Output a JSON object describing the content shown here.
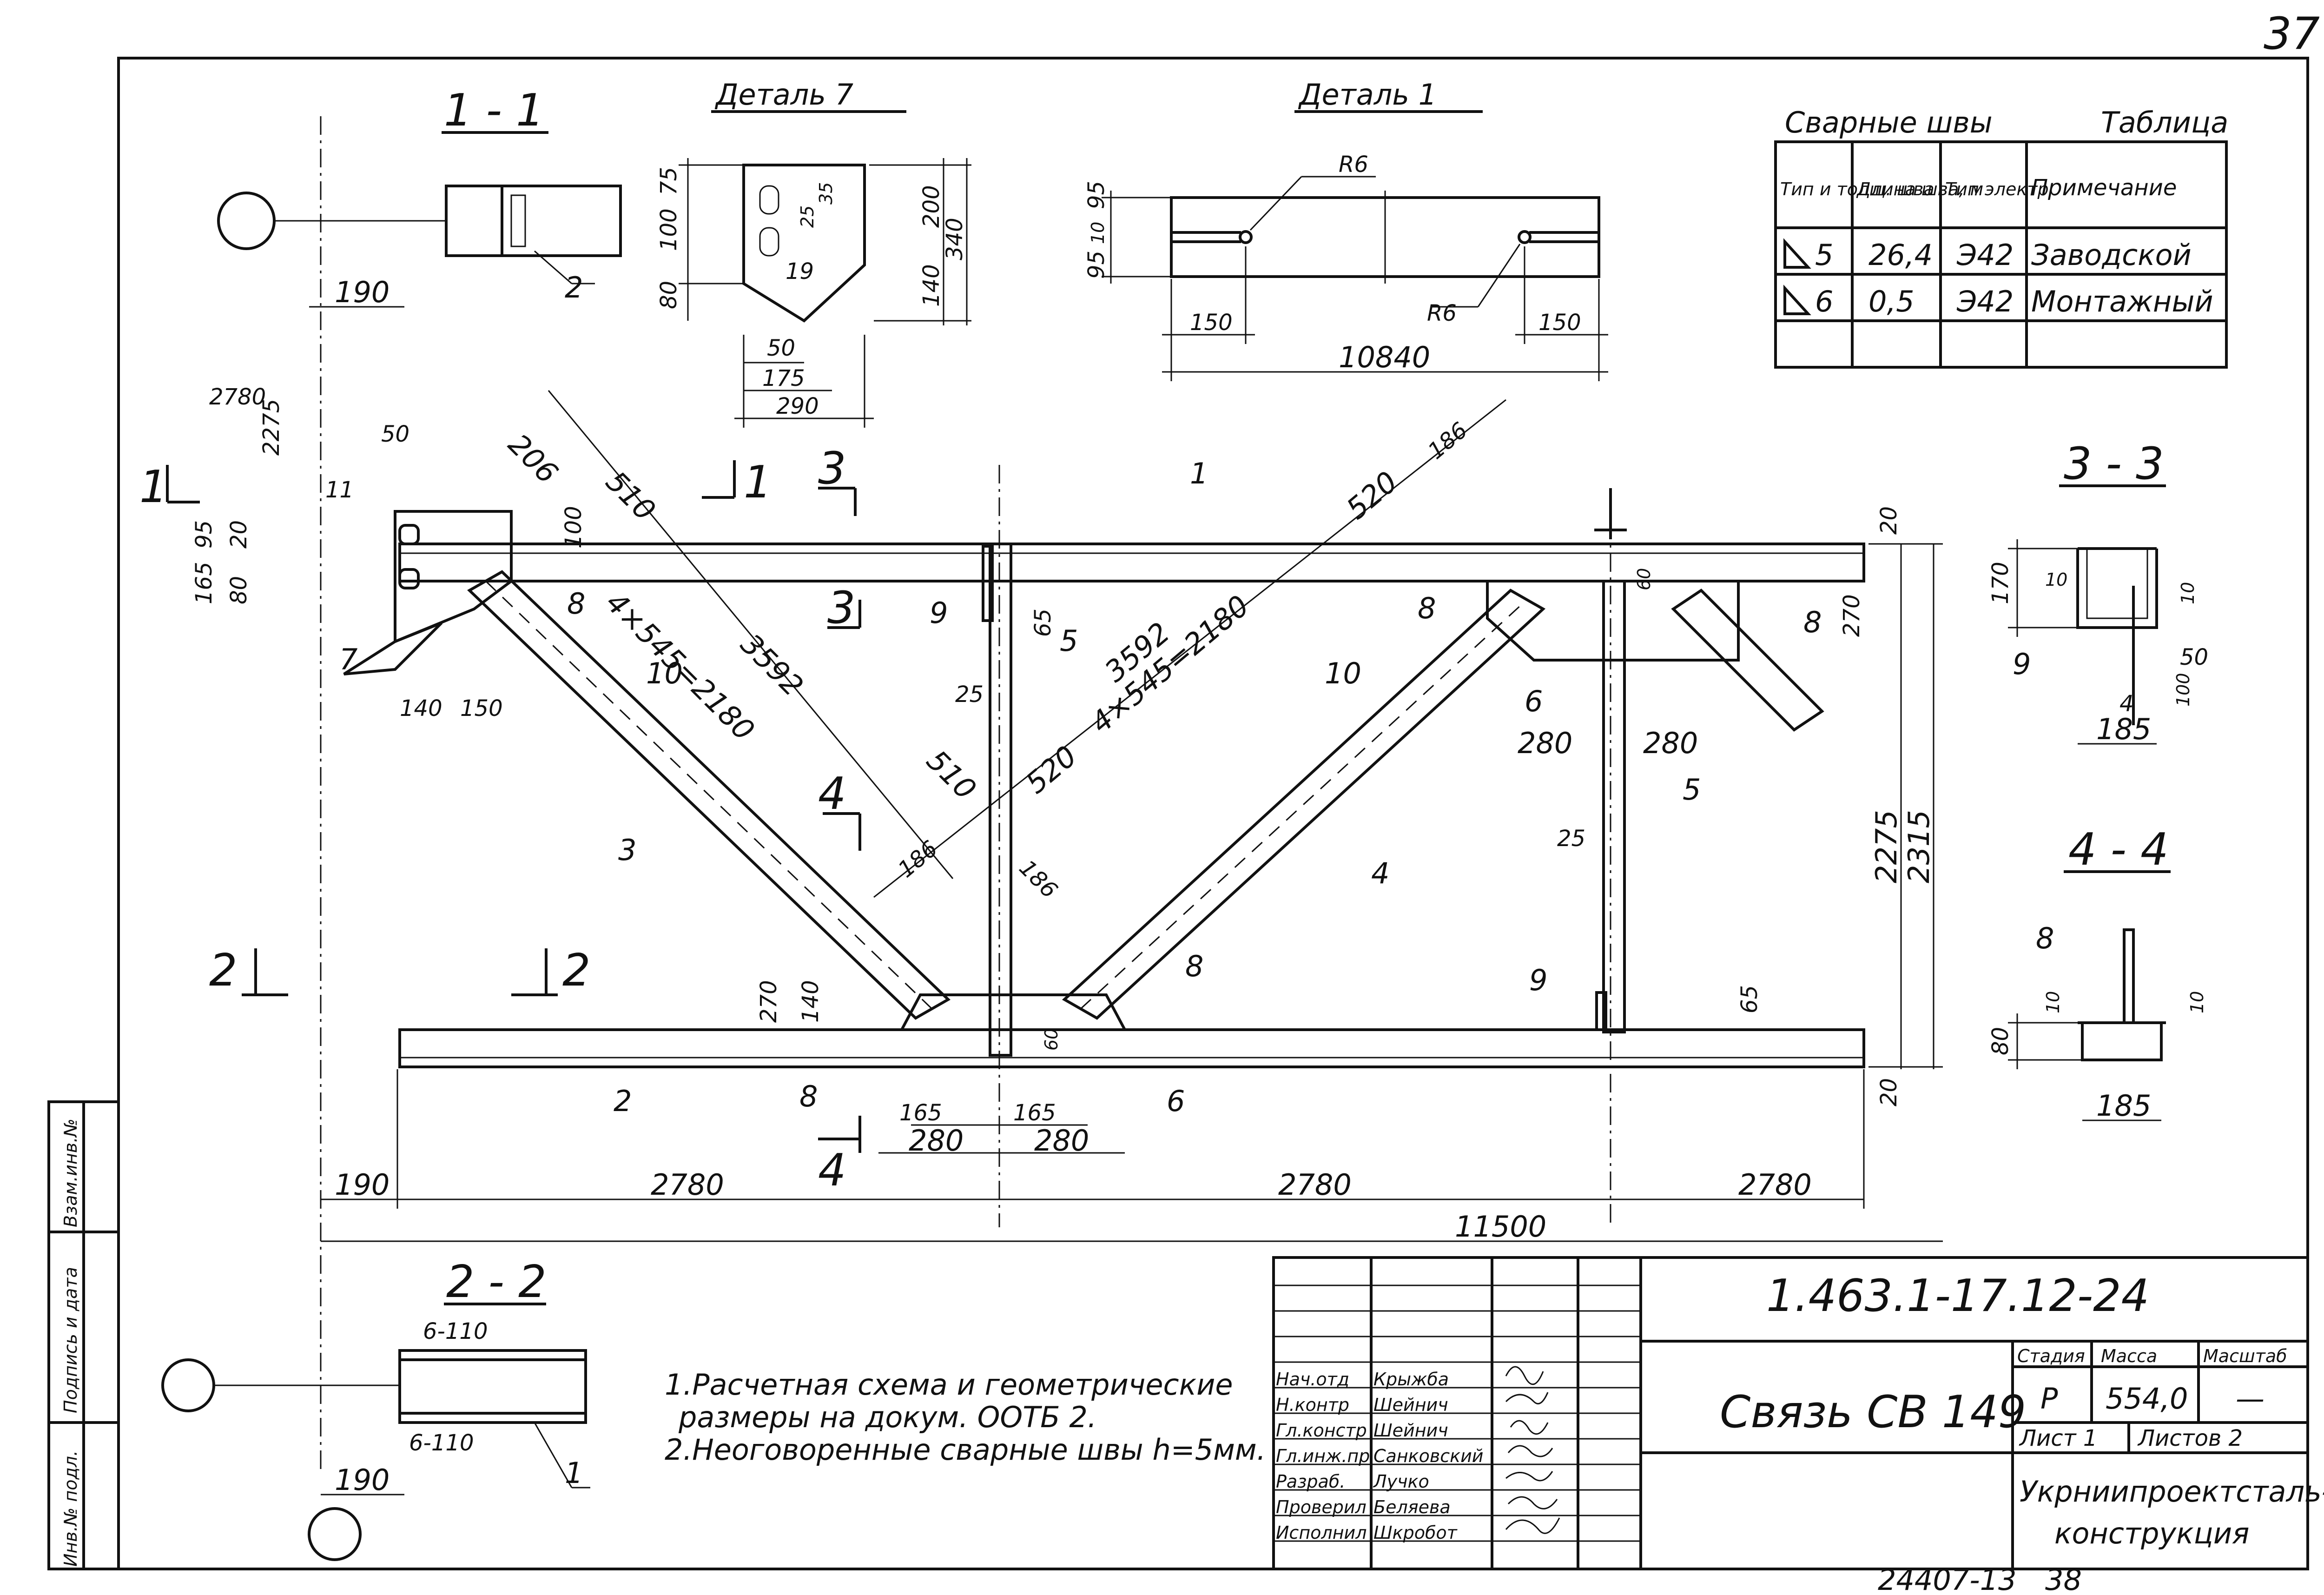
{
  "sheet_number": "37",
  "bottom_code": "24407-13",
  "bottom_page": "38",
  "views": {
    "section_1_1": "1 - 1",
    "section_2_2": "2 - 2",
    "section_3_3": "3 - 3",
    "section_4_4": "4 - 4",
    "detail_7": "Деталь 7",
    "detail_1": "Деталь 1"
  },
  "section_marks": {
    "cut1_left": "1",
    "cut1_right": "1",
    "cut2_left": "2",
    "cut2_right": "2",
    "cut3_top": "3",
    "cut3_bottom": "3",
    "cut4_top": "4",
    "cut4_bottom": "4"
  },
  "weld_table": {
    "title": "Сварные швы",
    "title_right": "Таблица",
    "headers": [
      "Тип и толщ. шва",
      "Длина шва, м",
      "Тип электр",
      "Примечание"
    ],
    "rows": [
      [
        "5",
        "26,4",
        "Э42",
        "Заводской"
      ],
      [
        "6",
        "0,5",
        "Э42",
        "Монтажный"
      ]
    ]
  },
  "notes": [
    "1.Расчетная схема и геометрические",
    "размеры на докум. ООТБ 2.",
    "2.Неоговоренные сварные швы h=5мм."
  ],
  "title_block": {
    "doc_code": "1.463.1-17.12-24",
    "name": "Связь СВ 149",
    "stage_label": "Стадия",
    "mass_label": "Масса",
    "scale_label": "Масштаб",
    "stage": "Р",
    "mass": "554,0",
    "scale": "—",
    "sheet_label": "Лист 1",
    "sheets_label": "Листов 2",
    "org_line1": "Укрниипроектсталь-",
    "org_line2": "конструкция",
    "roles": [
      {
        "role": "Нач.отд",
        "name": "Крыжба"
      },
      {
        "role": "Н.контр",
        "name": "Шейнич"
      },
      {
        "role": "Гл.констр",
        "name": "Шейнич"
      },
      {
        "role": "Гл.инж.пр",
        "name": "Санковский"
      },
      {
        "role": "Разраб.",
        "name": "Лучко"
      },
      {
        "role": "Проверил",
        "name": "Беляева"
      },
      {
        "role": "Исполнил",
        "name": "Шкробот"
      }
    ]
  },
  "side_stamp": {
    "cell1": "Инв.№ подл.",
    "cell2": "Подпись и дата",
    "cell3": "Взам.инв.№"
  },
  "dimensions": {
    "total_length": "11500",
    "bay": "2780",
    "left_offset": "190",
    "height_inner": "2275",
    "height_outer": "2315",
    "d4x545": "4×545=2180",
    "diag": "3592",
    "d520": "520",
    "d510": "510",
    "d186": "186",
    "d206": "206",
    "d280": "280",
    "d165": "165",
    "d140": "140",
    "d150": "150",
    "d270": "270",
    "d65": "65",
    "d25": "25",
    "d60": "60",
    "d20": "20",
    "d50": "50",
    "d100": "100",
    "d95": "95",
    "d80": "80",
    "d165b": "165",
    "d11": "11",
    "d2780_2275a": "2780",
    "d2780_2275b": "2275",
    "det7_75": "75",
    "det7_100": "100",
    "det7_80": "80",
    "det7_25": "25",
    "det7_35": "35",
    "det7_200": "200",
    "det7_140": "140",
    "det7_340": "340",
    "det7_19": "19",
    "det7_50": "50",
    "det7_175": "175",
    "det7_290": "290",
    "det1_R6a": "R6",
    "det1_R6b": "R6",
    "det1_95a": "95",
    "det1_10": "10",
    "det1_95b": "95",
    "det1_150a": "150",
    "det1_150b": "150",
    "det1_10840": "10840",
    "s33_170": "170",
    "s33_10a": "10",
    "s33_10b": "10",
    "s33_50": "50",
    "s33_100": "100",
    "s33_4": "4",
    "s33_185": "185",
    "s44_10a": "10",
    "s44_10b": "10",
    "s44_80": "80",
    "s44_185": "185",
    "s22_top": "6-110",
    "s22_bottom": "6-110"
  },
  "part_marks": {
    "p1": "1",
    "p2": "2",
    "p3": "3",
    "p4": "4",
    "p5": "5",
    "p6": "6",
    "p7": "7",
    "p8": "8",
    "p9": "9",
    "p10": "10"
  }
}
